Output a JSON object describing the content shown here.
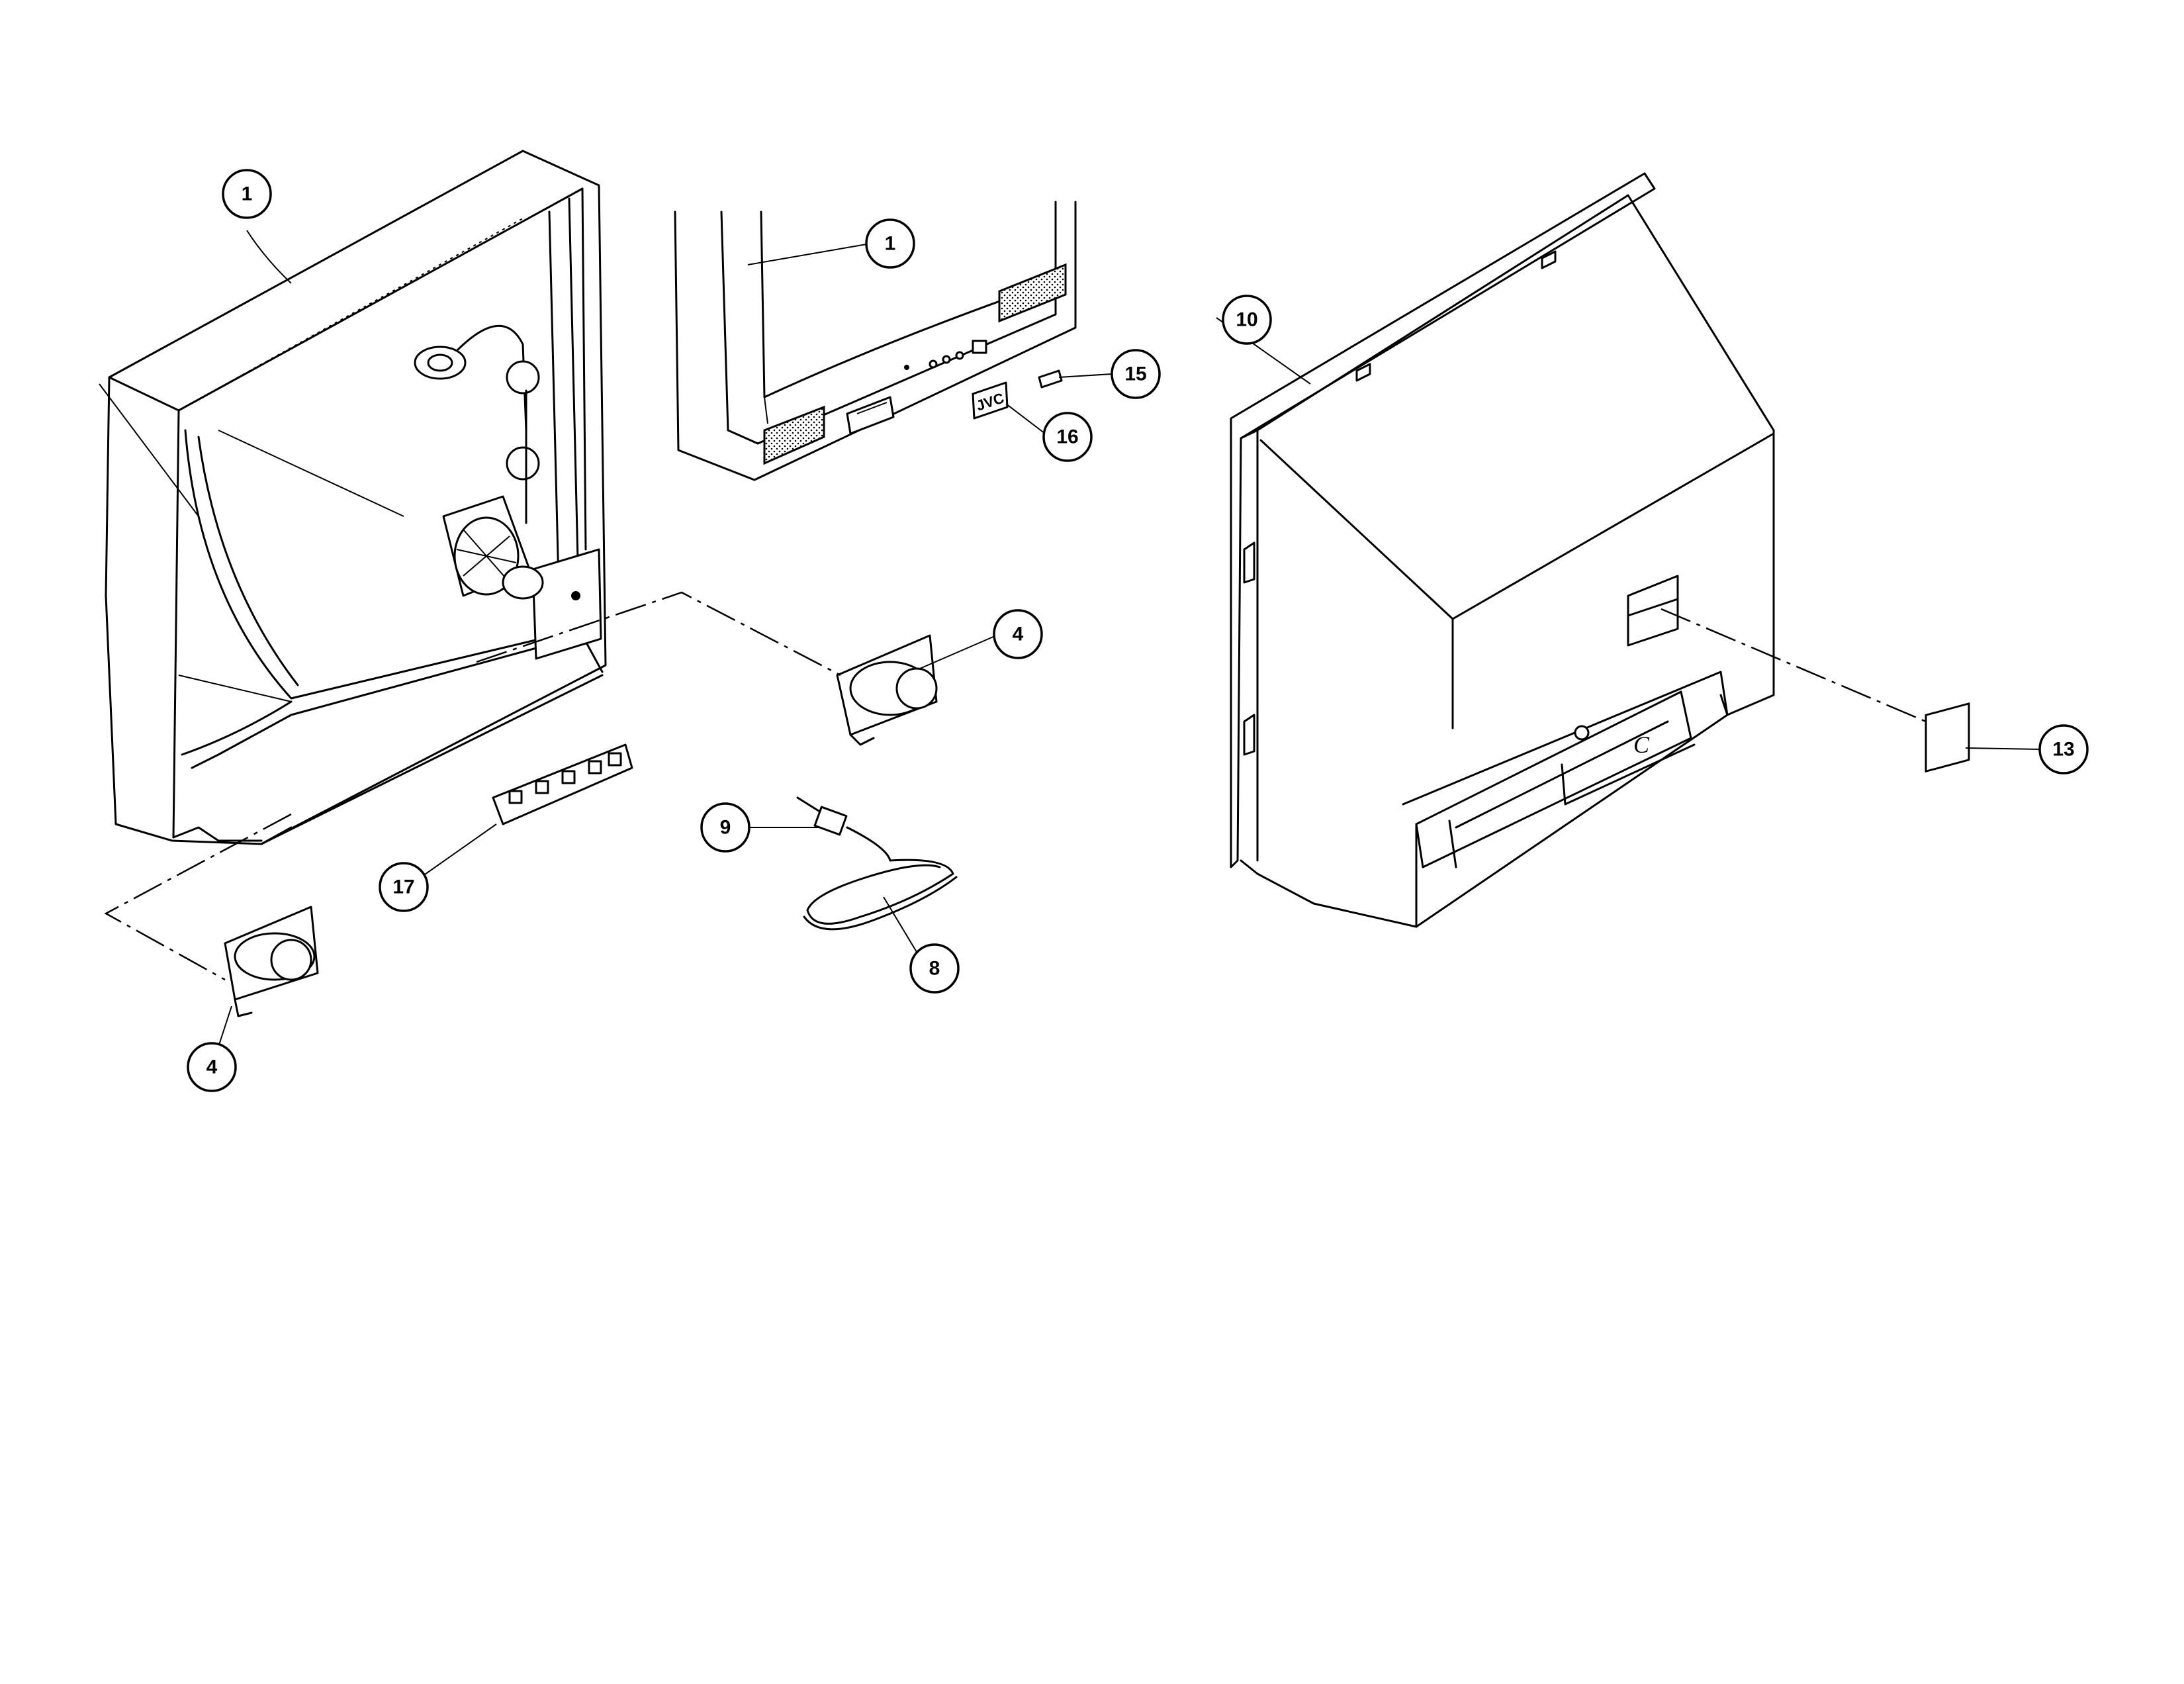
{
  "callouts": [
    {
      "id": "c1a",
      "label": "1"
    },
    {
      "id": "c1b",
      "label": "1"
    },
    {
      "id": "c4a",
      "label": "4"
    },
    {
      "id": "c4b",
      "label": "4"
    },
    {
      "id": "c8",
      "label": "8"
    },
    {
      "id": "c9",
      "label": "9"
    },
    {
      "id": "c10",
      "label": "10"
    },
    {
      "id": "c13",
      "label": "13"
    },
    {
      "id": "c15",
      "label": "15"
    },
    {
      "id": "c16",
      "label": "16"
    },
    {
      "id": "c17",
      "label": "17"
    }
  ],
  "logo_text": "JVC",
  "cabinet_mark": "C"
}
